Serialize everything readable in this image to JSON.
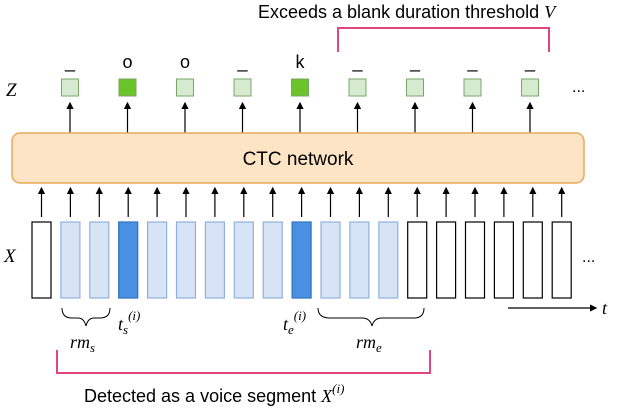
{
  "labels": {
    "blank_threshold": "Exceeds a blank duration threshold ",
    "blank_threshold_var": "V",
    "network": "CTC network",
    "z_label": "Z",
    "x_label": "X",
    "ellipsis_top": "...",
    "ellipsis_bottom": "...",
    "time_axis": "t",
    "ts": "t",
    "ts_sub": "s",
    "ts_sup": "(i)",
    "te": "t",
    "te_sub": "e",
    "te_sup": "(i)",
    "rms": "rm",
    "rms_sub": "s",
    "rme": "rm",
    "rme_sub": "e",
    "detected": "Detected as a voice segment ",
    "detected_var": "X",
    "detected_sup": "(i)"
  },
  "outputs": [
    {
      "symbol": "_",
      "emitted": false
    },
    {
      "symbol": "o",
      "emitted": true
    },
    {
      "symbol": "o",
      "emitted": false
    },
    {
      "symbol": "_",
      "emitted": false
    },
    {
      "symbol": "k",
      "emitted": true
    },
    {
      "symbol": "_",
      "emitted": false
    },
    {
      "symbol": "_",
      "emitted": false
    },
    {
      "symbol": "_",
      "emitted": false
    },
    {
      "symbol": "_",
      "emitted": false
    }
  ],
  "frames": [
    "none",
    "rm",
    "rm",
    "boundary",
    "seg",
    "seg",
    "seg",
    "seg",
    "seg",
    "boundary",
    "rm",
    "rm",
    "rm",
    "none",
    "none",
    "none",
    "none",
    "none",
    "none"
  ],
  "colors": {
    "green_emit": "#6ac42a",
    "green_blank": "#d6ead0",
    "frame_light": "#d7e4f6",
    "frame_boundary": "#4a90e2",
    "network_fill": "#fde4c4",
    "network_stroke": "#e8a85a",
    "bracket": "#e0457b"
  }
}
